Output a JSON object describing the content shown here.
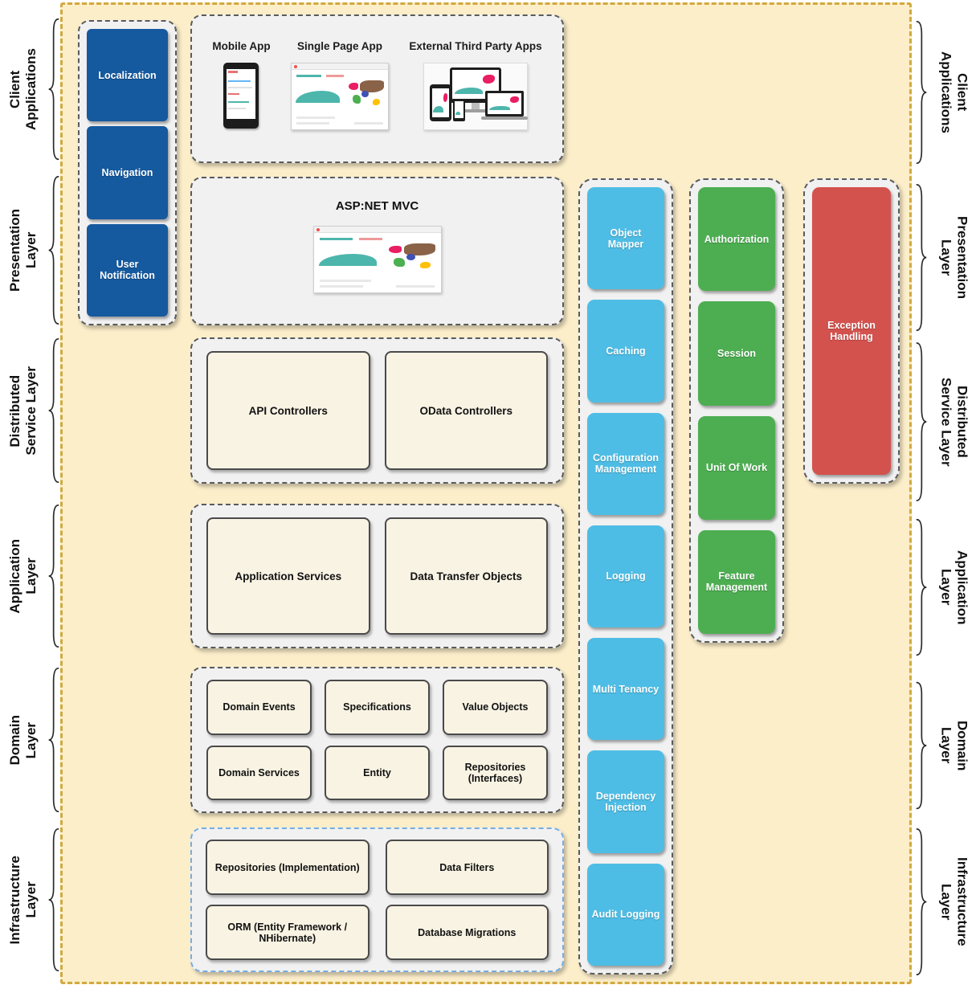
{
  "layers": [
    {
      "label": "Client Applications",
      "lines": [
        "Client",
        "Applications"
      ]
    },
    {
      "label": "Presentation Layer",
      "lines": [
        "Presentation",
        "Layer"
      ]
    },
    {
      "label": "Distributed Service Layer",
      "lines": [
        "Distributed",
        "Service Layer"
      ]
    },
    {
      "label": "Application Layer",
      "lines": [
        "Application",
        "Layer"
      ]
    },
    {
      "label": "Domain Layer",
      "lines": [
        "Domain",
        "Layer"
      ]
    },
    {
      "label": "Infrastructure Layer",
      "lines": [
        "Infrastructure",
        "Layer"
      ]
    }
  ],
  "client_modules": [
    "Localization",
    "Navigation",
    "User Notification"
  ],
  "client_apps": {
    "items": [
      {
        "label": "Mobile App"
      },
      {
        "label": "Single Page App"
      },
      {
        "label": "External Third Party Apps"
      }
    ]
  },
  "presentation": {
    "title": "ASP:NET MVC"
  },
  "distributed_service": {
    "boxes": [
      "API Controllers",
      "OData Controllers"
    ]
  },
  "application_layer": {
    "boxes": [
      "Application Services",
      "Data Transfer Objects"
    ]
  },
  "domain_layer": {
    "boxes": [
      "Domain Events",
      "Specifications",
      "Value Objects",
      "Domain Services",
      "Entity",
      "Repositories (Interfaces)"
    ]
  },
  "infrastructure_layer": {
    "boxes": [
      "Repositories (Implementation)",
      "Data Filters",
      "ORM (Entity Framework / NHibernate)",
      "Database Migrations"
    ]
  },
  "cross_cutting": {
    "utility_column": [
      "Object Mapper",
      "Caching",
      "Configuration Management",
      "Logging",
      "Multi Tenancy",
      "Dependency Injection",
      "Audit Logging"
    ],
    "security_column": [
      "Authorization",
      "Session",
      "Unit Of Work",
      "Feature Management"
    ],
    "error_column": [
      "Exception Handling"
    ]
  },
  "colors": {
    "module_blue": "#15599F",
    "utility_cyan": "#4EBDE5",
    "security_green": "#4DAE51",
    "error_red": "#D4524E",
    "panel_cream": "#F8F3E3",
    "canvas_tan": "#FCEEC9",
    "border_gold": "#D2A93F"
  }
}
